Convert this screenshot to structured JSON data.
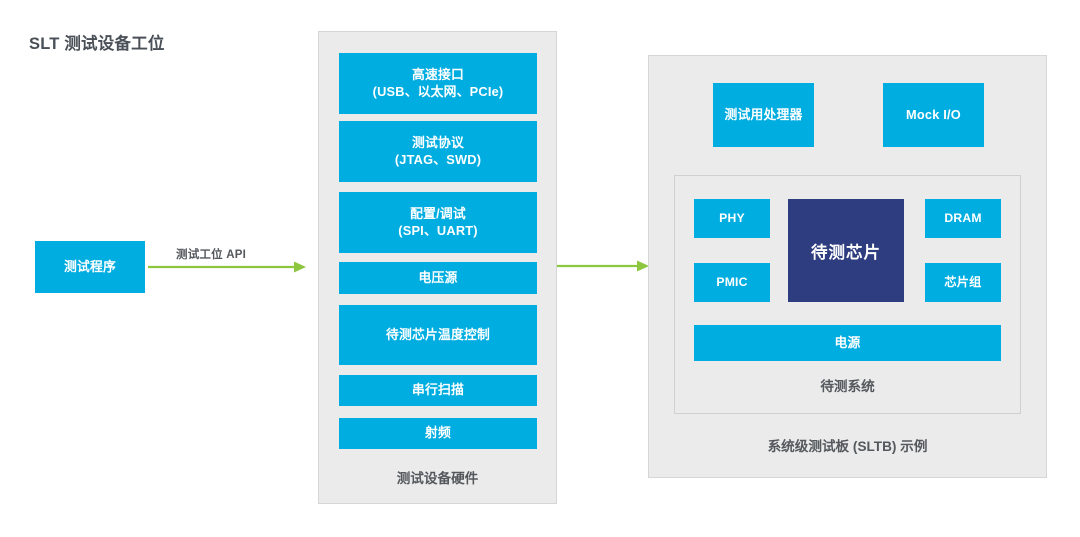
{
  "title": "SLT 测试设备工位",
  "left": {
    "test_program_label": "测试程序"
  },
  "arrows": {
    "api_label": "测试工位 API",
    "color": "#8DC63F"
  },
  "colors": {
    "blue": "#00ADE0",
    "navy": "#2E3C80",
    "panel": "#EBEBEB",
    "panel_border": "#D6D6D6",
    "text_dark": "#54585D",
    "arrow_green": "#8DC63F"
  },
  "tester_hardware": {
    "caption": "测试设备硬件",
    "blocks": [
      {
        "line1": "高速接口",
        "line2": "(USB、以太网、PCIe)"
      },
      {
        "line1": "测试协议",
        "line2": "(JTAG、SWD)"
      },
      {
        "line1": "配置/调试",
        "line2": "(SPI、UART)"
      },
      {
        "line1": "电压源",
        "line2": ""
      },
      {
        "line1": "待测芯片温度控制",
        "line2": ""
      },
      {
        "line1": "串行扫描",
        "line2": ""
      },
      {
        "line1": "射频",
        "line2": ""
      }
    ]
  },
  "sltb": {
    "caption": "系统级测试板 (SLTB) 示例",
    "top_blocks": [
      {
        "label": "测试用处理器"
      },
      {
        "label": "Mock I/O"
      }
    ],
    "system_under_test": {
      "caption": "待测系统",
      "left_blocks": [
        {
          "label": "PHY"
        },
        {
          "label": "PMIC"
        }
      ],
      "center_block": {
        "label": "待测芯片"
      },
      "right_blocks": [
        {
          "label": "DRAM"
        },
        {
          "label": "芯片组"
        }
      ],
      "power_block": {
        "label": "电源"
      }
    }
  }
}
